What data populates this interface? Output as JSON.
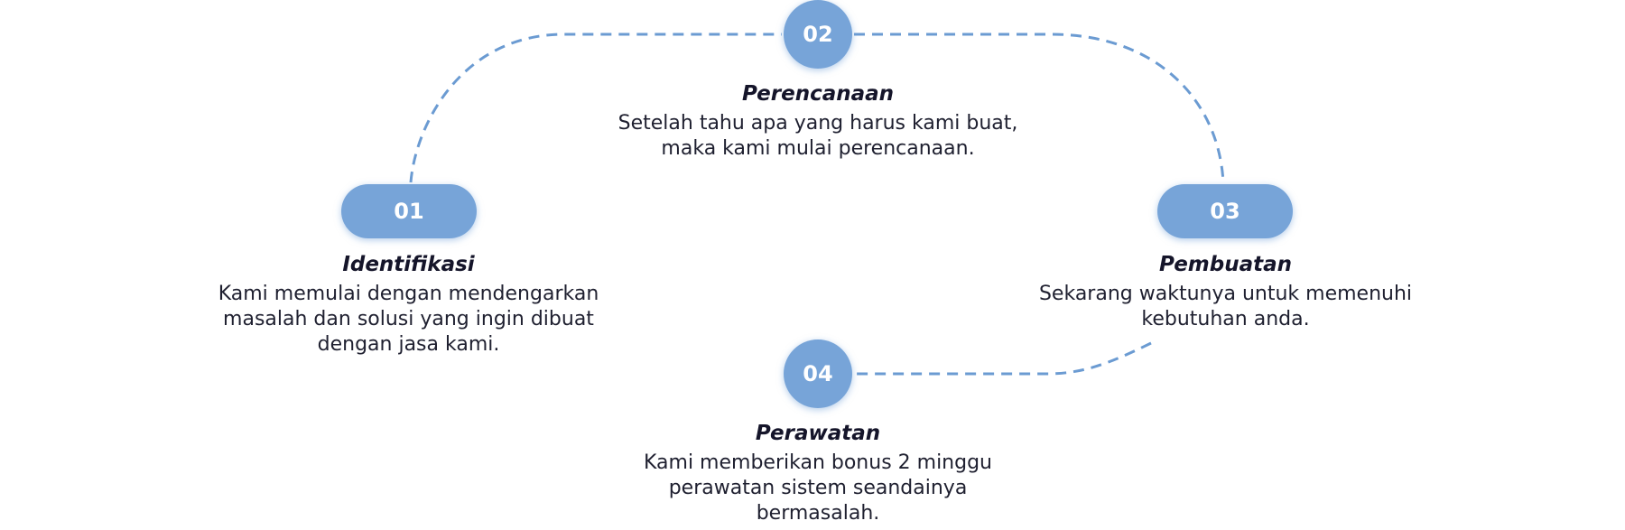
{
  "accent_color": "#77a4d8",
  "steps": [
    {
      "number": "01",
      "title": "Identifikasi",
      "description_lines": [
        "Kami memulai dengan mendengarkan",
        "masalah dan solusi yang ingin dibuat",
        "dengan jasa kami."
      ]
    },
    {
      "number": "02",
      "title": "Perencanaan",
      "description_lines": [
        "Setelah tahu apa yang harus kami buat,",
        "maka kami mulai perencanaan."
      ]
    },
    {
      "number": "03",
      "title": "Pembuatan",
      "description_lines": [
        "Sekarang waktunya untuk memenuhi",
        "kebutuhan anda."
      ]
    },
    {
      "number": "04",
      "title": "Perawatan",
      "description_lines": [
        "Kami memberikan bonus 2 minggu",
        "perawatan sistem seandainya",
        "bermasalah."
      ]
    }
  ]
}
